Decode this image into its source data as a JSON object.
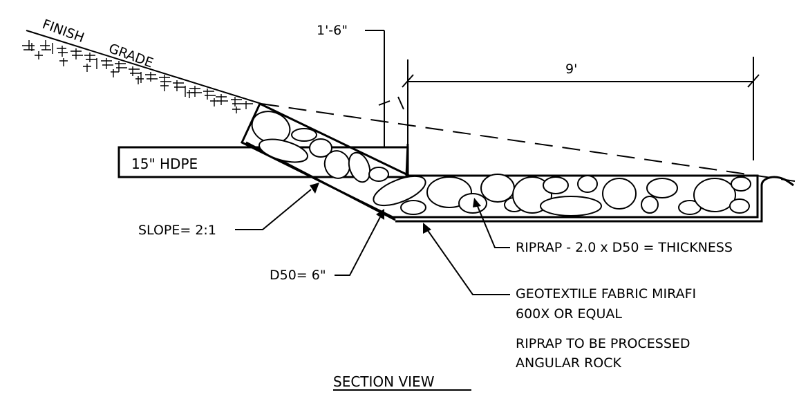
{
  "labels": {
    "finish_grade_1": "FINISH",
    "finish_grade_2": "GRADE",
    "dim_depth": "1'-6\"",
    "dim_length": "9'",
    "pipe": "15\" HDPE",
    "slope": "SLOPE= 2:1",
    "d50": "D50= 6\"",
    "riprap_thickness": "RIPRAP - 2.0 x D50 = THICKNESS",
    "geotextile_1": "GEOTEXTILE FABRIC MIRAFI",
    "geotextile_2": "600X OR EQUAL",
    "riprap_note_1": "RIPRAP TO BE PROCESSED",
    "riprap_note_2": "ANGULAR ROCK",
    "title": "SECTION VIEW"
  }
}
